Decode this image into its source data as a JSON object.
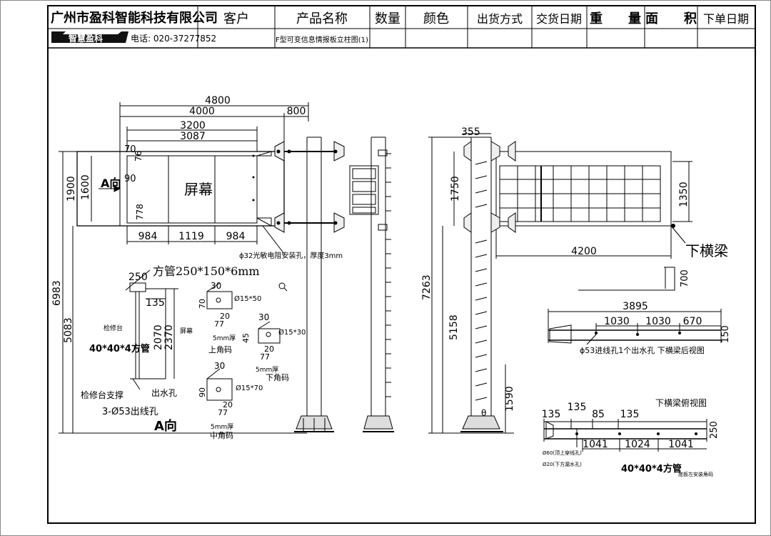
{
  "header": {
    "company": "广州市盈科智能科技有限公司",
    "logo_text": "智慧盈科",
    "phone": "电话: 020-37277852",
    "columns": [
      "客户",
      "产品名称",
      "数量",
      "颜色",
      "出货方式",
      "交货日期",
      "重　　量",
      "面　　积",
      "下单日期"
    ],
    "product_name": "F型可变信息情报板立柱图(1)"
  },
  "elevation": {
    "width_total": "4800",
    "width_screen_frame": "4000",
    "cantilever": "800",
    "inner_3200": "3200",
    "inner_3087": "3087",
    "height_1900": "1900",
    "height_1600": "1600",
    "top_70": "70",
    "top_76": "76",
    "dim_90": "90",
    "dim_778": "778",
    "direction_a": "A向",
    "screen_label": "屏幕",
    "bottom_dims": [
      "984",
      "1119",
      "984"
    ],
    "hole_note": "ϕ32光敏电阻安装孔，厚度3mm",
    "total_height": "6983",
    "lower_height": "5083"
  },
  "platform": {
    "tube_label": "方管250*150*6mm",
    "dim_250": "250",
    "dim_135": "135",
    "dim_2070": "2070",
    "dim_2370": "2370",
    "side_label": "检修台",
    "screen_small": "屏幕",
    "square_tube": "40*40*4方管",
    "support": "检修台支撑",
    "drain": "出水孔",
    "cable_holes": "3-Ø53出线孔",
    "direction_a": "A向"
  },
  "brackets": {
    "top": {
      "angle": "30",
      "hole": "Ø15*50",
      "h": "70",
      "d20": "20",
      "d77": "77",
      "thick": "5mm厚",
      "name": "上角码"
    },
    "lower": {
      "angle": "30",
      "hole": "Ø15*30",
      "h": "45",
      "d20": "20",
      "d77": "77",
      "thick": "5mm厚",
      "name": "下角码"
    },
    "middle": {
      "angle": "30",
      "hole": "Ø15*70",
      "h": "90",
      "d20": "20",
      "d77": "77",
      "thick": "5mm厚",
      "name": "中角码"
    }
  },
  "right_view": {
    "dim_355": "355",
    "dim_1750": "1750",
    "dim_1350": "1350",
    "dim_4200": "4200",
    "lower_beam": "下横梁",
    "dim_700": "700",
    "total_height": "7263",
    "dim_5158": "5158",
    "dim_1590": "1590",
    "theta": "θ"
  },
  "rear_view": {
    "dim_3895": "3895",
    "dims": [
      "1030",
      "1030",
      "670"
    ],
    "dim_150": "150",
    "note": "ϕ53进线孔1个出水孔 下横梁后视图"
  },
  "top_view": {
    "title": "下横梁俯视图",
    "dims_top": [
      "135",
      "135",
      "85",
      "135"
    ],
    "dims_bottom": [
      "1041",
      "1024",
      "1041"
    ],
    "dim_250": "250",
    "note1": "Ø60(顶上穿线孔)",
    "note2": "Ø20(下方漏水孔)",
    "tube": "40*40*4方管",
    "note3": "底板左安装角码"
  }
}
